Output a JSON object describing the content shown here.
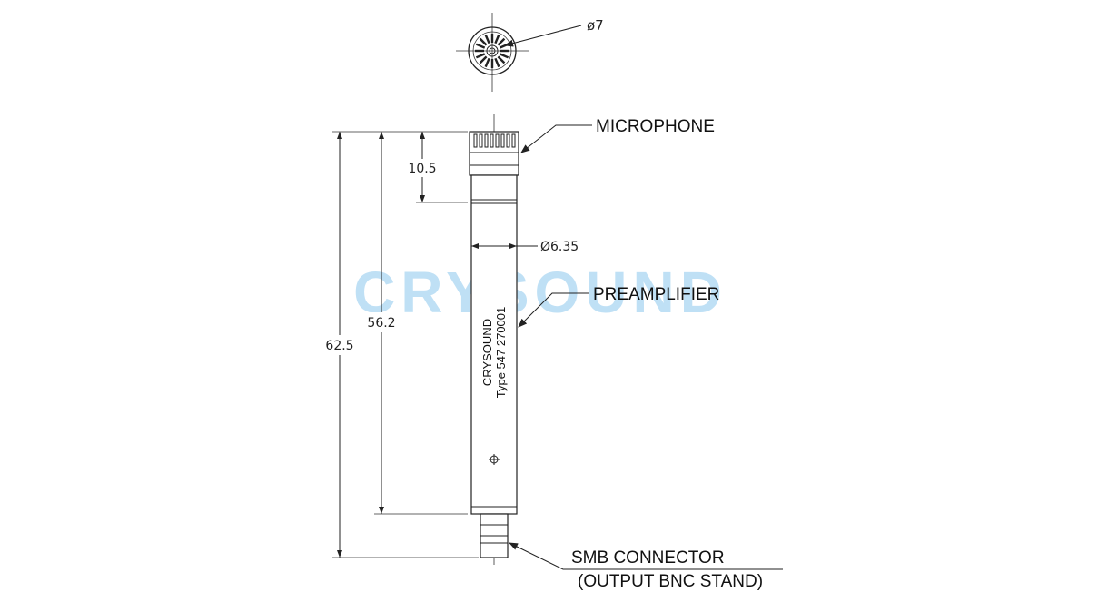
{
  "watermark": {
    "text": "CRYSOUND",
    "color": "#bfe0f5"
  },
  "labels": {
    "microphone": "MICROPHONE",
    "preamplifier": "PREAMPLIFIER",
    "connector_line1": "SMB CONNECTOR",
    "connector_line2": "(OUTPUT BNC STAND)"
  },
  "dimensions": {
    "top_diameter": "ø7",
    "body_diameter": "Ø6.35",
    "mic_length": "10.5",
    "body_length": "56.2",
    "total_length": "62.5"
  },
  "body_marking": {
    "line1": "CRYSOUND",
    "line2": "Type 547 270001"
  }
}
